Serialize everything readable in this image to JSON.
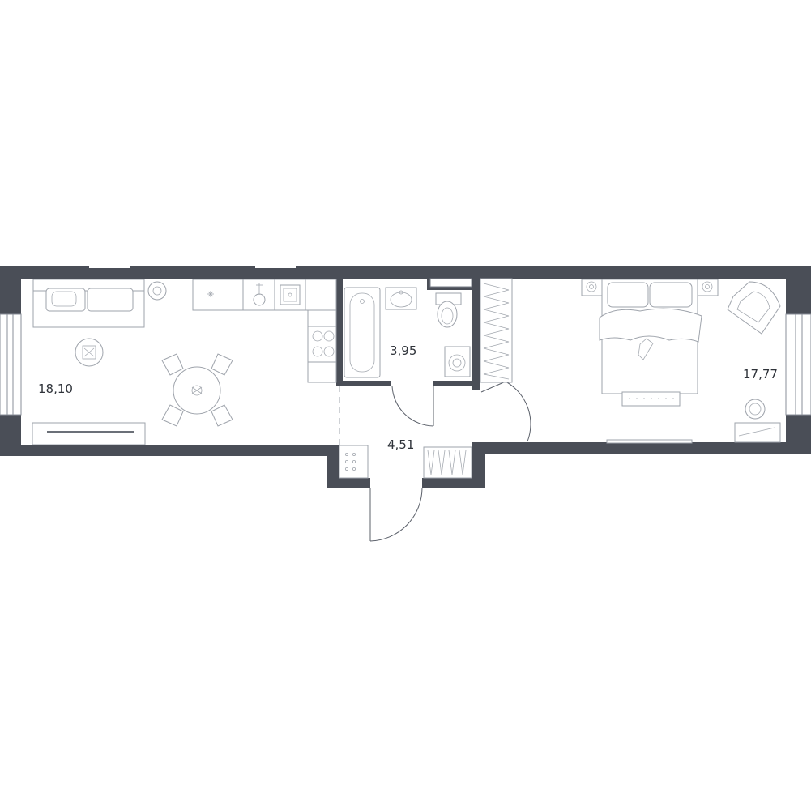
{
  "floorplan": {
    "rooms": [
      {
        "id": "living-kitchen",
        "area_label": "18,10"
      },
      {
        "id": "bathroom",
        "area_label": "3,95"
      },
      {
        "id": "hallway",
        "area_label": "4,51"
      },
      {
        "id": "bedroom",
        "area_label": "17,77"
      }
    ]
  },
  "colors": {
    "wall": "#4a4e57",
    "label": "#2f333a"
  }
}
